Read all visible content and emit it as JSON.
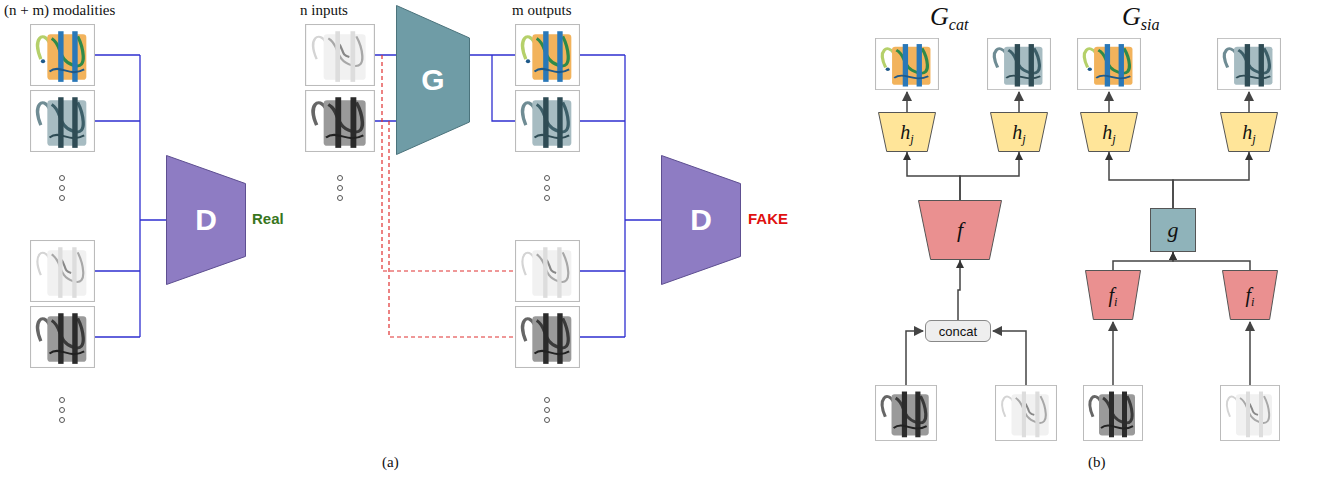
{
  "diagram": {
    "nodes": [
      {
        "text": [
          "D"
        ]
      },
      {
        "text": [
          "G"
        ]
      },
      {
        "text": [
          "D"
        ]
      },
      {
        "text": [
          "hj"
        ]
      },
      {
        "text": [
          "hj"
        ]
      },
      {
        "text": [
          "f"
        ]
      },
      {
        "text": [
          "concat"
        ]
      },
      {
        "text": [
          "hj"
        ]
      },
      {
        "text": [
          "hj"
        ]
      },
      {
        "text": [
          "g"
        ]
      },
      {
        "text": [
          "fi"
        ]
      },
      {
        "text": [
          "fi"
        ]
      }
    ],
    "edges": [
      {
        "from": 6,
        "to": 5,
        "arrow": "to"
      },
      {
        "from": 5,
        "to": 3,
        "arrow": "to"
      },
      {
        "from": 5,
        "to": 4,
        "arrow": "to"
      },
      {
        "from": 10,
        "to": 9,
        "arrow": "to"
      },
      {
        "from": 11,
        "to": 9,
        "arrow": "to"
      },
      {
        "from": 9,
        "to": 7,
        "arrow": "to"
      },
      {
        "from": 9,
        "to": 8,
        "arrow": "to"
      }
    ],
    "labels": [
      "(n + m) modalities",
      "n inputs",
      "m outputs",
      "Real",
      "FAKE",
      "Gcat",
      "Gsia",
      "(a)",
      "(b)"
    ]
  }
}
